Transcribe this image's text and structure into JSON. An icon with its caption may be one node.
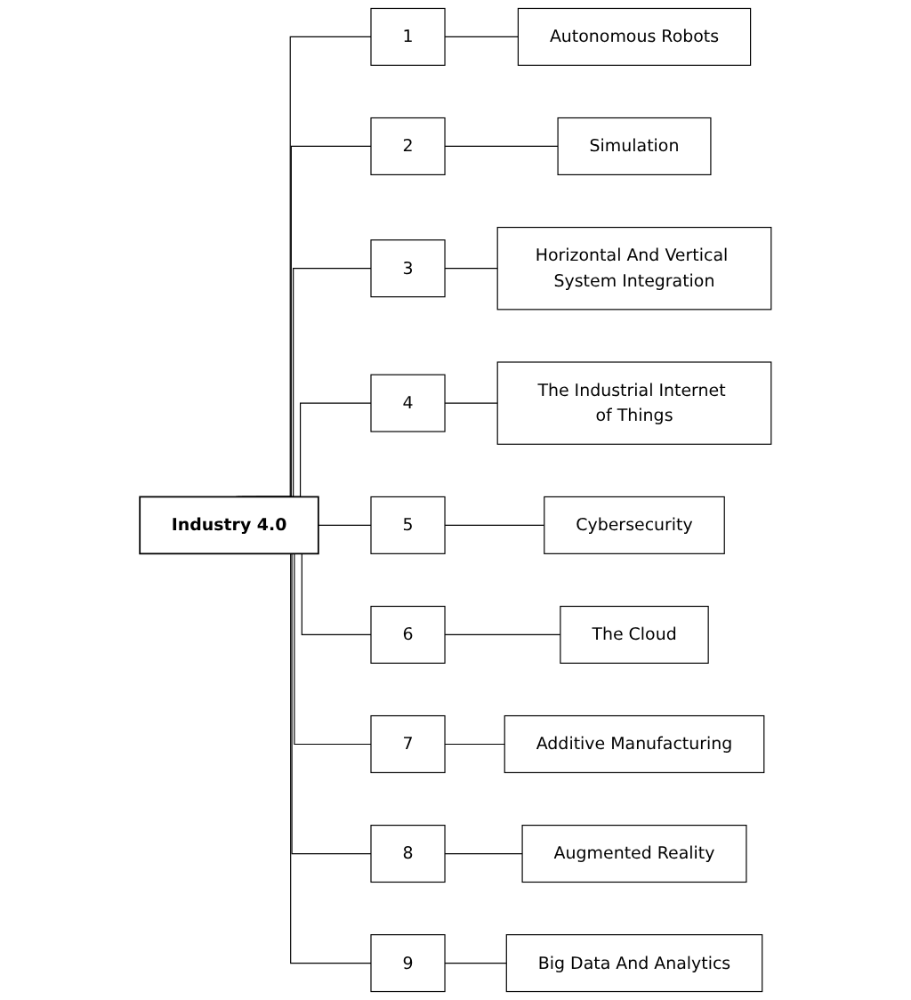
{
  "diagram": {
    "nodes": [
      {
        "text": [
          "Industry 4.0"
        ]
      },
      {
        "text": [
          "1"
        ]
      },
      {
        "text": [
          "Autonomous Robots"
        ]
      },
      {
        "text": [
          "2"
        ]
      },
      {
        "text": [
          "Simulation"
        ]
      },
      {
        "text": [
          "3"
        ]
      },
      {
        "text": [
          "Horizontal And Vertical System Integration"
        ]
      },
      {
        "text": [
          "4"
        ]
      },
      {
        "text": [
          "The Industrial Internet of Things"
        ]
      },
      {
        "text": [
          "5"
        ]
      },
      {
        "text": [
          "Cybersecurity"
        ]
      },
      {
        "text": [
          "6"
        ]
      },
      {
        "text": [
          "The Cloud"
        ]
      },
      {
        "text": [
          "7"
        ]
      },
      {
        "text": [
          "Additive Manufacturing"
        ]
      },
      {
        "text": [
          "8"
        ]
      },
      {
        "text": [
          "Augmented Reality"
        ]
      },
      {
        "text": [
          "9"
        ]
      },
      {
        "text": [
          "Big Data And Analytics"
        ]
      }
    ],
    "edges": [
      {
        "from": 0,
        "to": 1,
        "arrow": "none"
      },
      {
        "from": 1,
        "to": 2,
        "arrow": "none"
      },
      {
        "from": 0,
        "to": 3,
        "arrow": "none"
      },
      {
        "from": 3,
        "to": 4,
        "arrow": "none"
      },
      {
        "from": 0,
        "to": 5,
        "arrow": "none"
      },
      {
        "from": 5,
        "to": 6,
        "arrow": "none"
      },
      {
        "from": 0,
        "to": 7,
        "arrow": "none"
      },
      {
        "from": 7,
        "to": 8,
        "arrow": "none"
      },
      {
        "from": 0,
        "to": 9,
        "arrow": "none"
      },
      {
        "from": 9,
        "to": 10,
        "arrow": "none"
      },
      {
        "from": 0,
        "to": 11,
        "arrow": "none"
      },
      {
        "from": 11,
        "to": 12,
        "arrow": "none"
      },
      {
        "from": 0,
        "to": 13,
        "arrow": "none"
      },
      {
        "from": 13,
        "to": 14,
        "arrow": "none"
      },
      {
        "from": 0,
        "to": 15,
        "arrow": "none"
      },
      {
        "from": 15,
        "to": 16,
        "arrow": "none"
      },
      {
        "from": 0,
        "to": 17,
        "arrow": "none"
      },
      {
        "from": 17,
        "to": 18,
        "arrow": "none"
      }
    ]
  }
}
